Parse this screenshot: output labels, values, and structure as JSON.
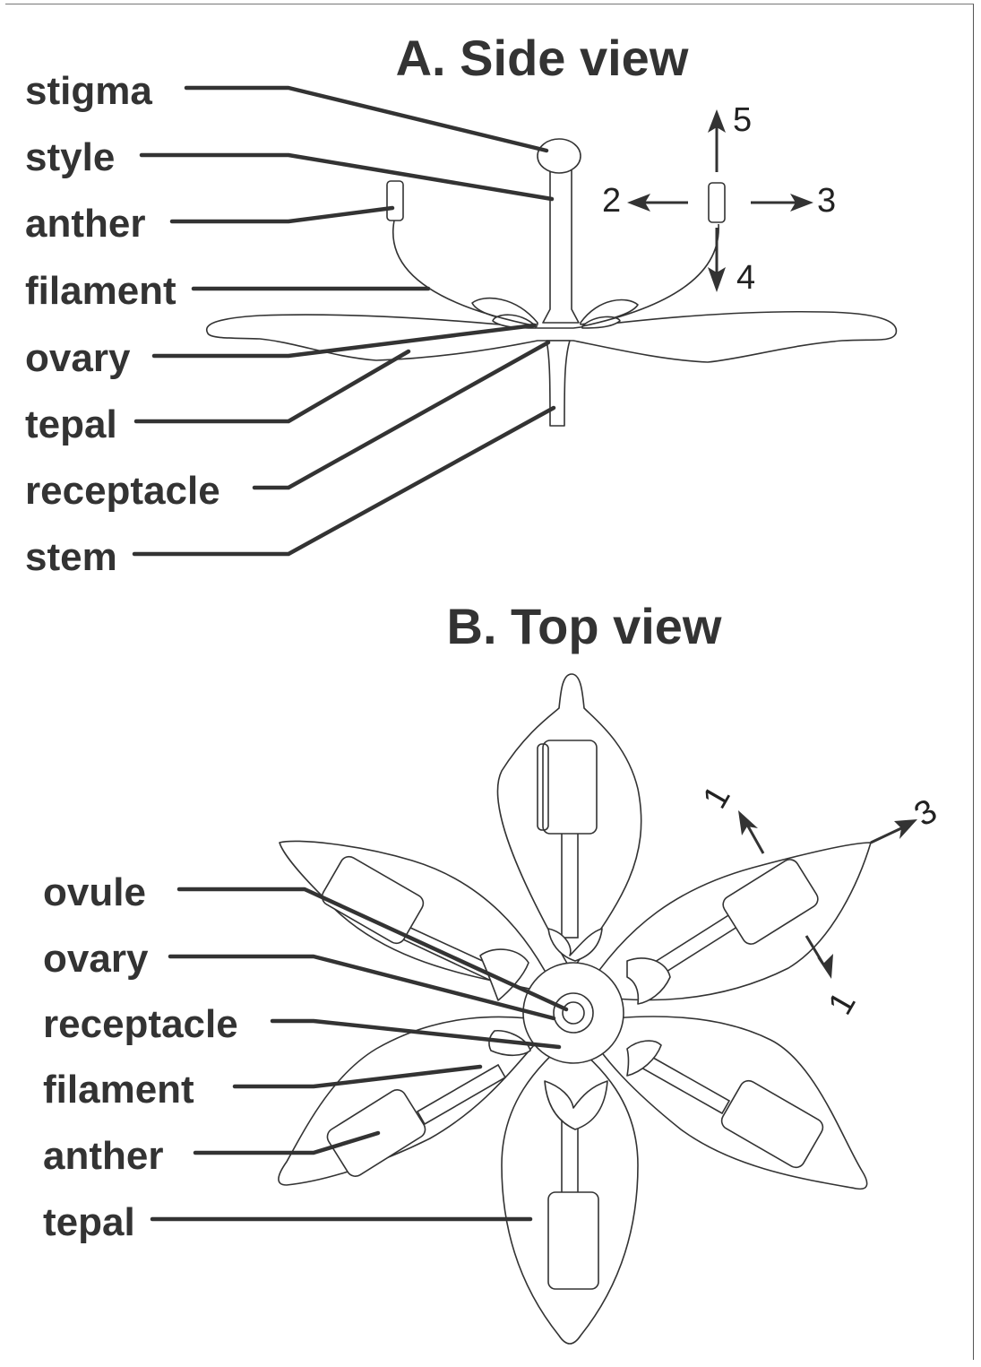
{
  "panel_a": {
    "title": "A. Side view",
    "labels": [
      "stigma",
      "style",
      "anther",
      "filament",
      "ovary",
      "tepal",
      "receptacle",
      "stem"
    ],
    "arrows": [
      "2",
      "3",
      "4",
      "5"
    ]
  },
  "panel_b": {
    "title": "B. Top view",
    "labels": [
      "ovule",
      "ovary",
      "receptacle",
      "filament",
      "anther",
      "tepal"
    ],
    "arrows": [
      "1",
      "1",
      "3"
    ]
  }
}
